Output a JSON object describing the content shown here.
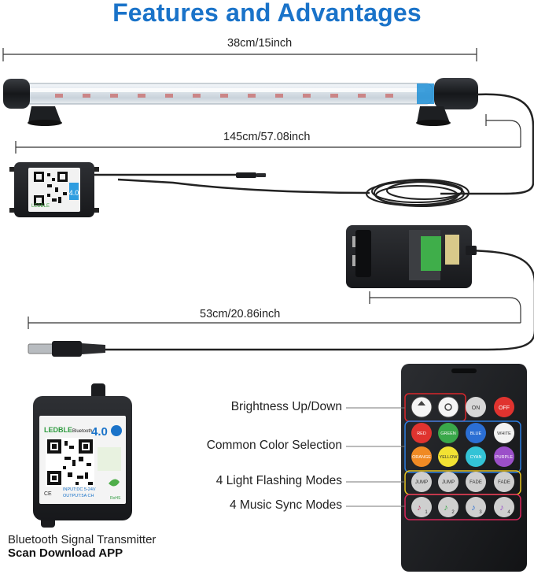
{
  "header": {
    "title": "Features and Advantages"
  },
  "dimensions": {
    "light_bar_length": "38cm/15inch",
    "cable_to_controller": "145cm/57.08inch",
    "adapter_cable": "53cm/20.86inch"
  },
  "controller_small": {
    "brand": "LEDBLE",
    "version": "4.0"
  },
  "remote": {
    "callouts": [
      "Brightness Up/Down",
      "Common Color Selection",
      "4 Light Flashing Modes",
      "4 Music Sync Modes"
    ],
    "buttons": {
      "on": "ON",
      "off": "OFF",
      "colors": [
        "RED",
        "GREEN",
        "BLUE",
        "WHITE",
        "ORANGE",
        "YELLOW",
        "CYAN",
        "PURPLE"
      ],
      "modes": [
        "JUMP",
        "JUMP",
        "FADE",
        "FADE"
      ],
      "music": [
        "1",
        "2",
        "3",
        "4"
      ]
    }
  },
  "transmitter": {
    "brand": "LEDBLE",
    "bluetooth_label": "Bluetooth",
    "version": "4.0",
    "input_text": "INPUT:DC 5-24V",
    "output_text": "OUTPUT:5A CH",
    "ce_mark": "CE",
    "rohs_mark": "RoHS",
    "caption_line1": "Bluetooth Signal Transmitter",
    "caption_line2": "Scan Download APP"
  },
  "colors": {
    "title_blue": "#1a73c9",
    "callout_frame_red": "#d9262b",
    "callout_frame_blue": "#2b7de0",
    "callout_frame_yellow": "#e6c21f",
    "callout_frame_pink": "#d9265a"
  }
}
